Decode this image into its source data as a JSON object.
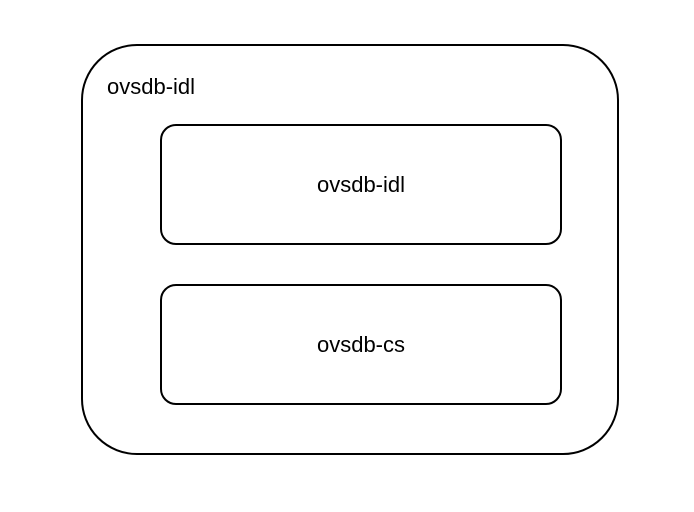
{
  "diagram": {
    "outer": {
      "label": "ovsdb-idl"
    },
    "components": [
      {
        "label": "ovsdb-idl"
      },
      {
        "label": "ovsdb-cs"
      }
    ]
  }
}
